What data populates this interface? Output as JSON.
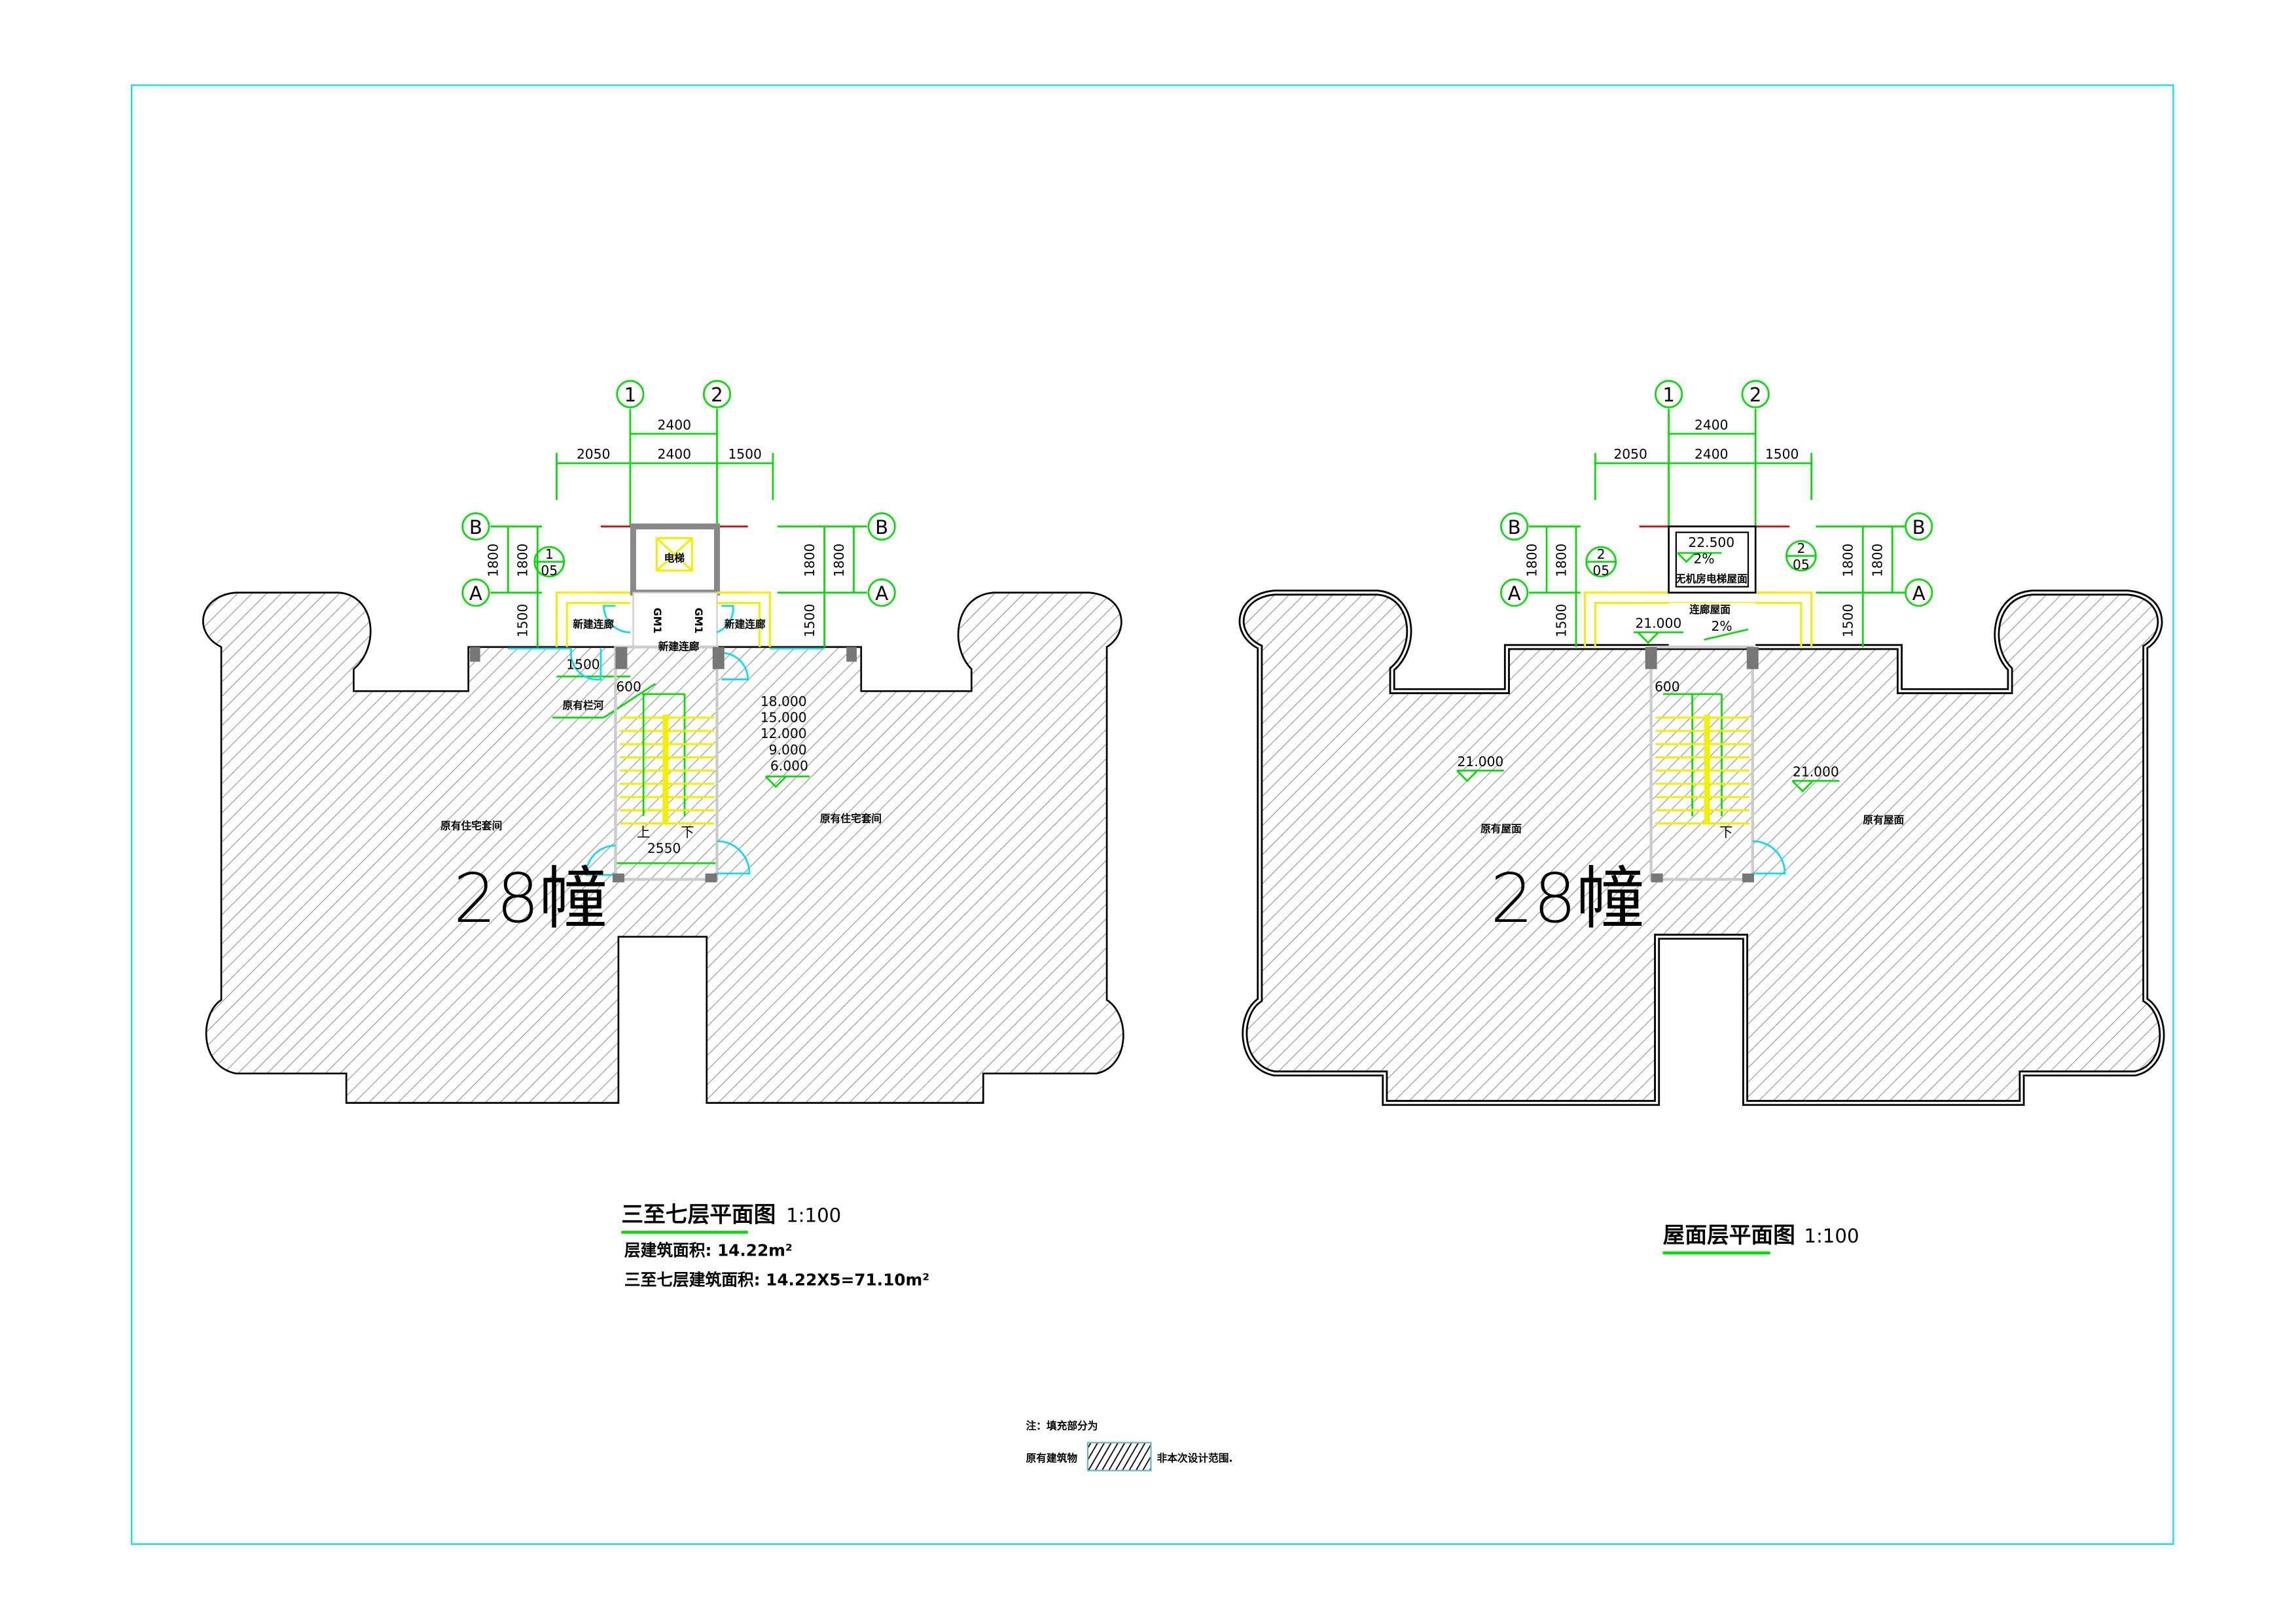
{
  "axes": {
    "col1": "1",
    "col2": "2",
    "rowA": "A",
    "rowB": "B"
  },
  "dims": {
    "top_total": "2400",
    "left_span": "2050",
    "mid_span": "2400",
    "right_span": "1500",
    "ab": "1800",
    "a_to_wall": "1500"
  },
  "left_plan": {
    "elevator": "电梯",
    "corridor_left": "新建连廊",
    "corridor_right": "新建连廊",
    "corridor_mid": "新建连廊",
    "door_left": "GM1",
    "door_right": "GM1",
    "detail_num": "1",
    "detail_sheet": "05",
    "dim_1500": "1500",
    "dim_600": "600",
    "railing": "原有栏河",
    "elevations": [
      "18.000",
      "15.000",
      "12.000",
      "9.000",
      "6.000"
    ],
    "unit_left": "原有住宅套间",
    "unit_right": "原有住宅套间",
    "up": "上",
    "down": "下",
    "dim_2550": "2550",
    "building": "28幢",
    "title": "三至七层平面图",
    "scale": "1:100",
    "area_line1": "层建筑面积: 14.22m²",
    "area_line2": "三至七层建筑面积: 14.22X5=71.10m²"
  },
  "right_plan": {
    "elev_top": "22.500",
    "slope_top": "2%",
    "elevator_roof": "无机房电梯屋面",
    "corridor_roof": "连廊屋面",
    "slope_corridor": "2%",
    "elev_corridor": "21.000",
    "detail_num": "2",
    "detail_sheet": "05",
    "dim_600": "600",
    "elev_left": "21.000",
    "elev_right": "21.000",
    "roof_left": "原有屋面",
    "roof_right": "原有屋面",
    "down": "下",
    "building": "28幢",
    "title": "屋面层平面图",
    "scale": "1:100"
  },
  "note": {
    "line1": "注：填充部分为",
    "existing": "原有建筑物",
    "outside": "非本次设计范围."
  },
  "colors": {
    "frame": "#00e0f0",
    "dimension": "#00e000",
    "new_work": "#f0f000",
    "axis": "#f00000"
  }
}
